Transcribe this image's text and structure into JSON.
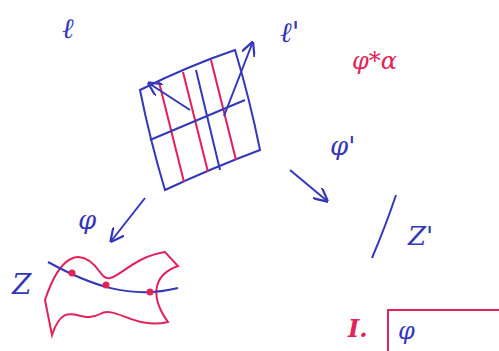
{
  "diagram": {
    "labels": [
      "ℓ",
      "ℓ'",
      "φ*α",
      "φ",
      "φ'",
      "Z'",
      "Z",
      "I.",
      "φ"
    ]
  }
}
